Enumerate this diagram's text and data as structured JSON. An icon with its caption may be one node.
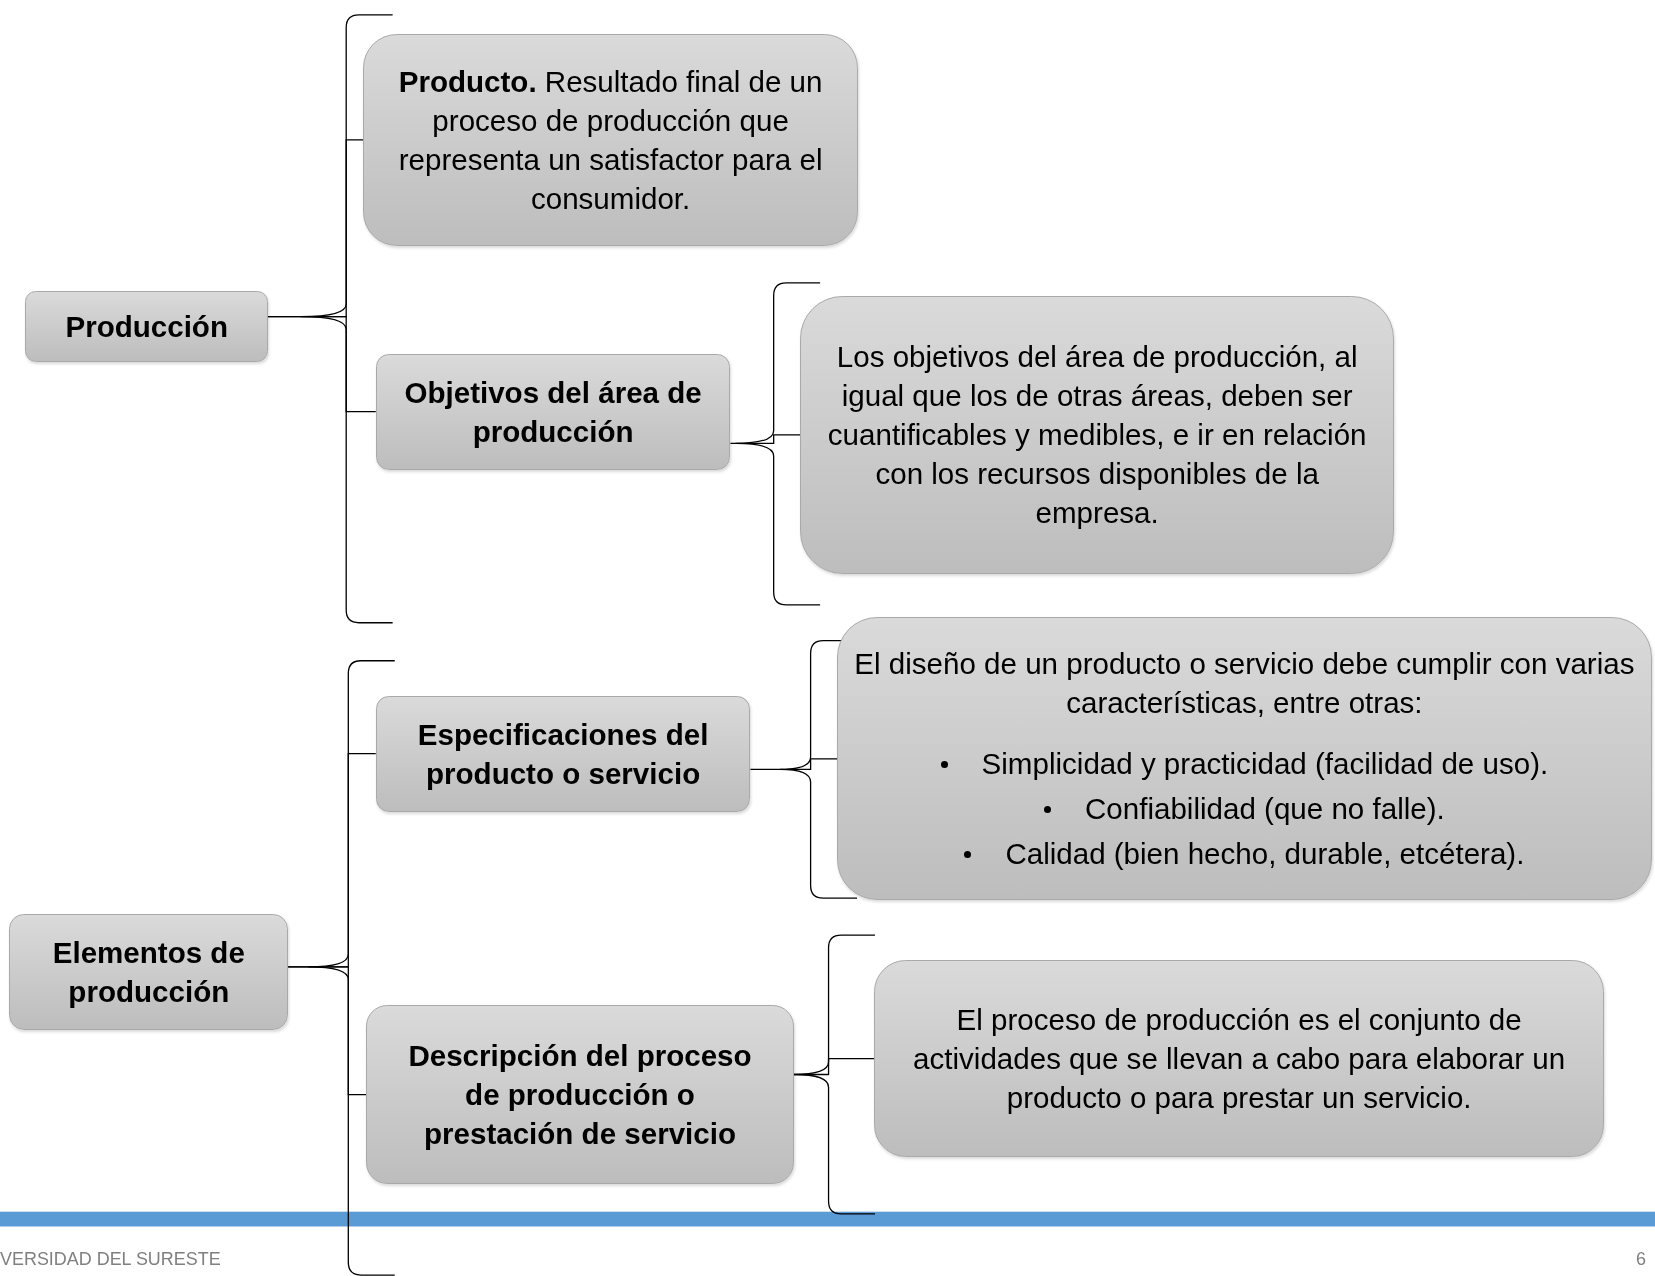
{
  "diagram": {
    "nodes": [
      {
        "text": [
          "Producción"
        ]
      },
      {
        "text": [
          "**Producto.** Resultado final de un proceso de producción que representa un satisfactor para el consumidor."
        ]
      },
      {
        "text": [
          "Objetivos del área de producción"
        ]
      },
      {
        "text": [
          "Los objetivos del área de producción, al igual que los de otras áreas, deben ser cuantificables y medibles, e ir en relación con los recursos disponibles de la empresa."
        ]
      },
      {
        "text": [
          "Elementos de producción"
        ]
      },
      {
        "text": [
          "Especificaciones del producto o servicio"
        ]
      },
      {
        "text": [
          "El diseño de un producto o servicio debe cumplir con varias características, entre otras:",
          "Simplicidad y practicidad (facilidad de uso).",
          "Confiabilidad (que no falle).",
          "Calidad (bien hecho, durable, etcétera)."
        ]
      },
      {
        "text": [
          "Descripción del proceso de producción o prestación de servicio"
        ]
      },
      {
        "text": [
          "El proceso de producción es el conjunto de actividades que se llevan a cabo para elaborar un producto o para prestar un servicio."
        ]
      }
    ],
    "edges": [
      {
        "from": 0,
        "to": 1,
        "arrow": "none"
      },
      {
        "from": 0,
        "to": 2,
        "arrow": "none"
      },
      {
        "from": 2,
        "to": 3,
        "arrow": "none"
      },
      {
        "from": 4,
        "to": 5,
        "arrow": "none"
      },
      {
        "from": 4,
        "to": 7,
        "arrow": "none"
      },
      {
        "from": 5,
        "to": 6,
        "arrow": "none"
      },
      {
        "from": 7,
        "to": 8,
        "arrow": "none"
      }
    ],
    "labels": [
      "VERSIDAD DEL SURESTE",
      "6"
    ]
  }
}
